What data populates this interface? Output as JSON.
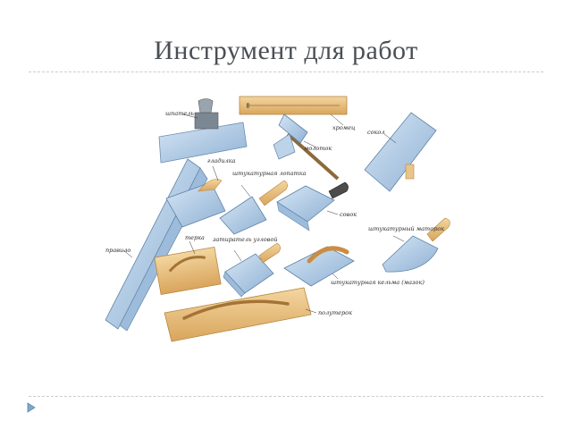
{
  "slide": {
    "title": "Инструмент для работ"
  },
  "tools": {
    "shpatel": "шпатель",
    "pravilo": "правило",
    "hromets": "хромец",
    "molotok": "молоток",
    "sokol": "сокол",
    "gladilka": "гладилка",
    "lopatka": "штукатурная лопатка",
    "sovok": "совок",
    "terka": "терка",
    "zatirka": "затиратель угловой",
    "kelma": "штукатурная кельма (мазок)",
    "polutyorok": "полутерок",
    "matorok": "штукатурный маторок"
  }
}
